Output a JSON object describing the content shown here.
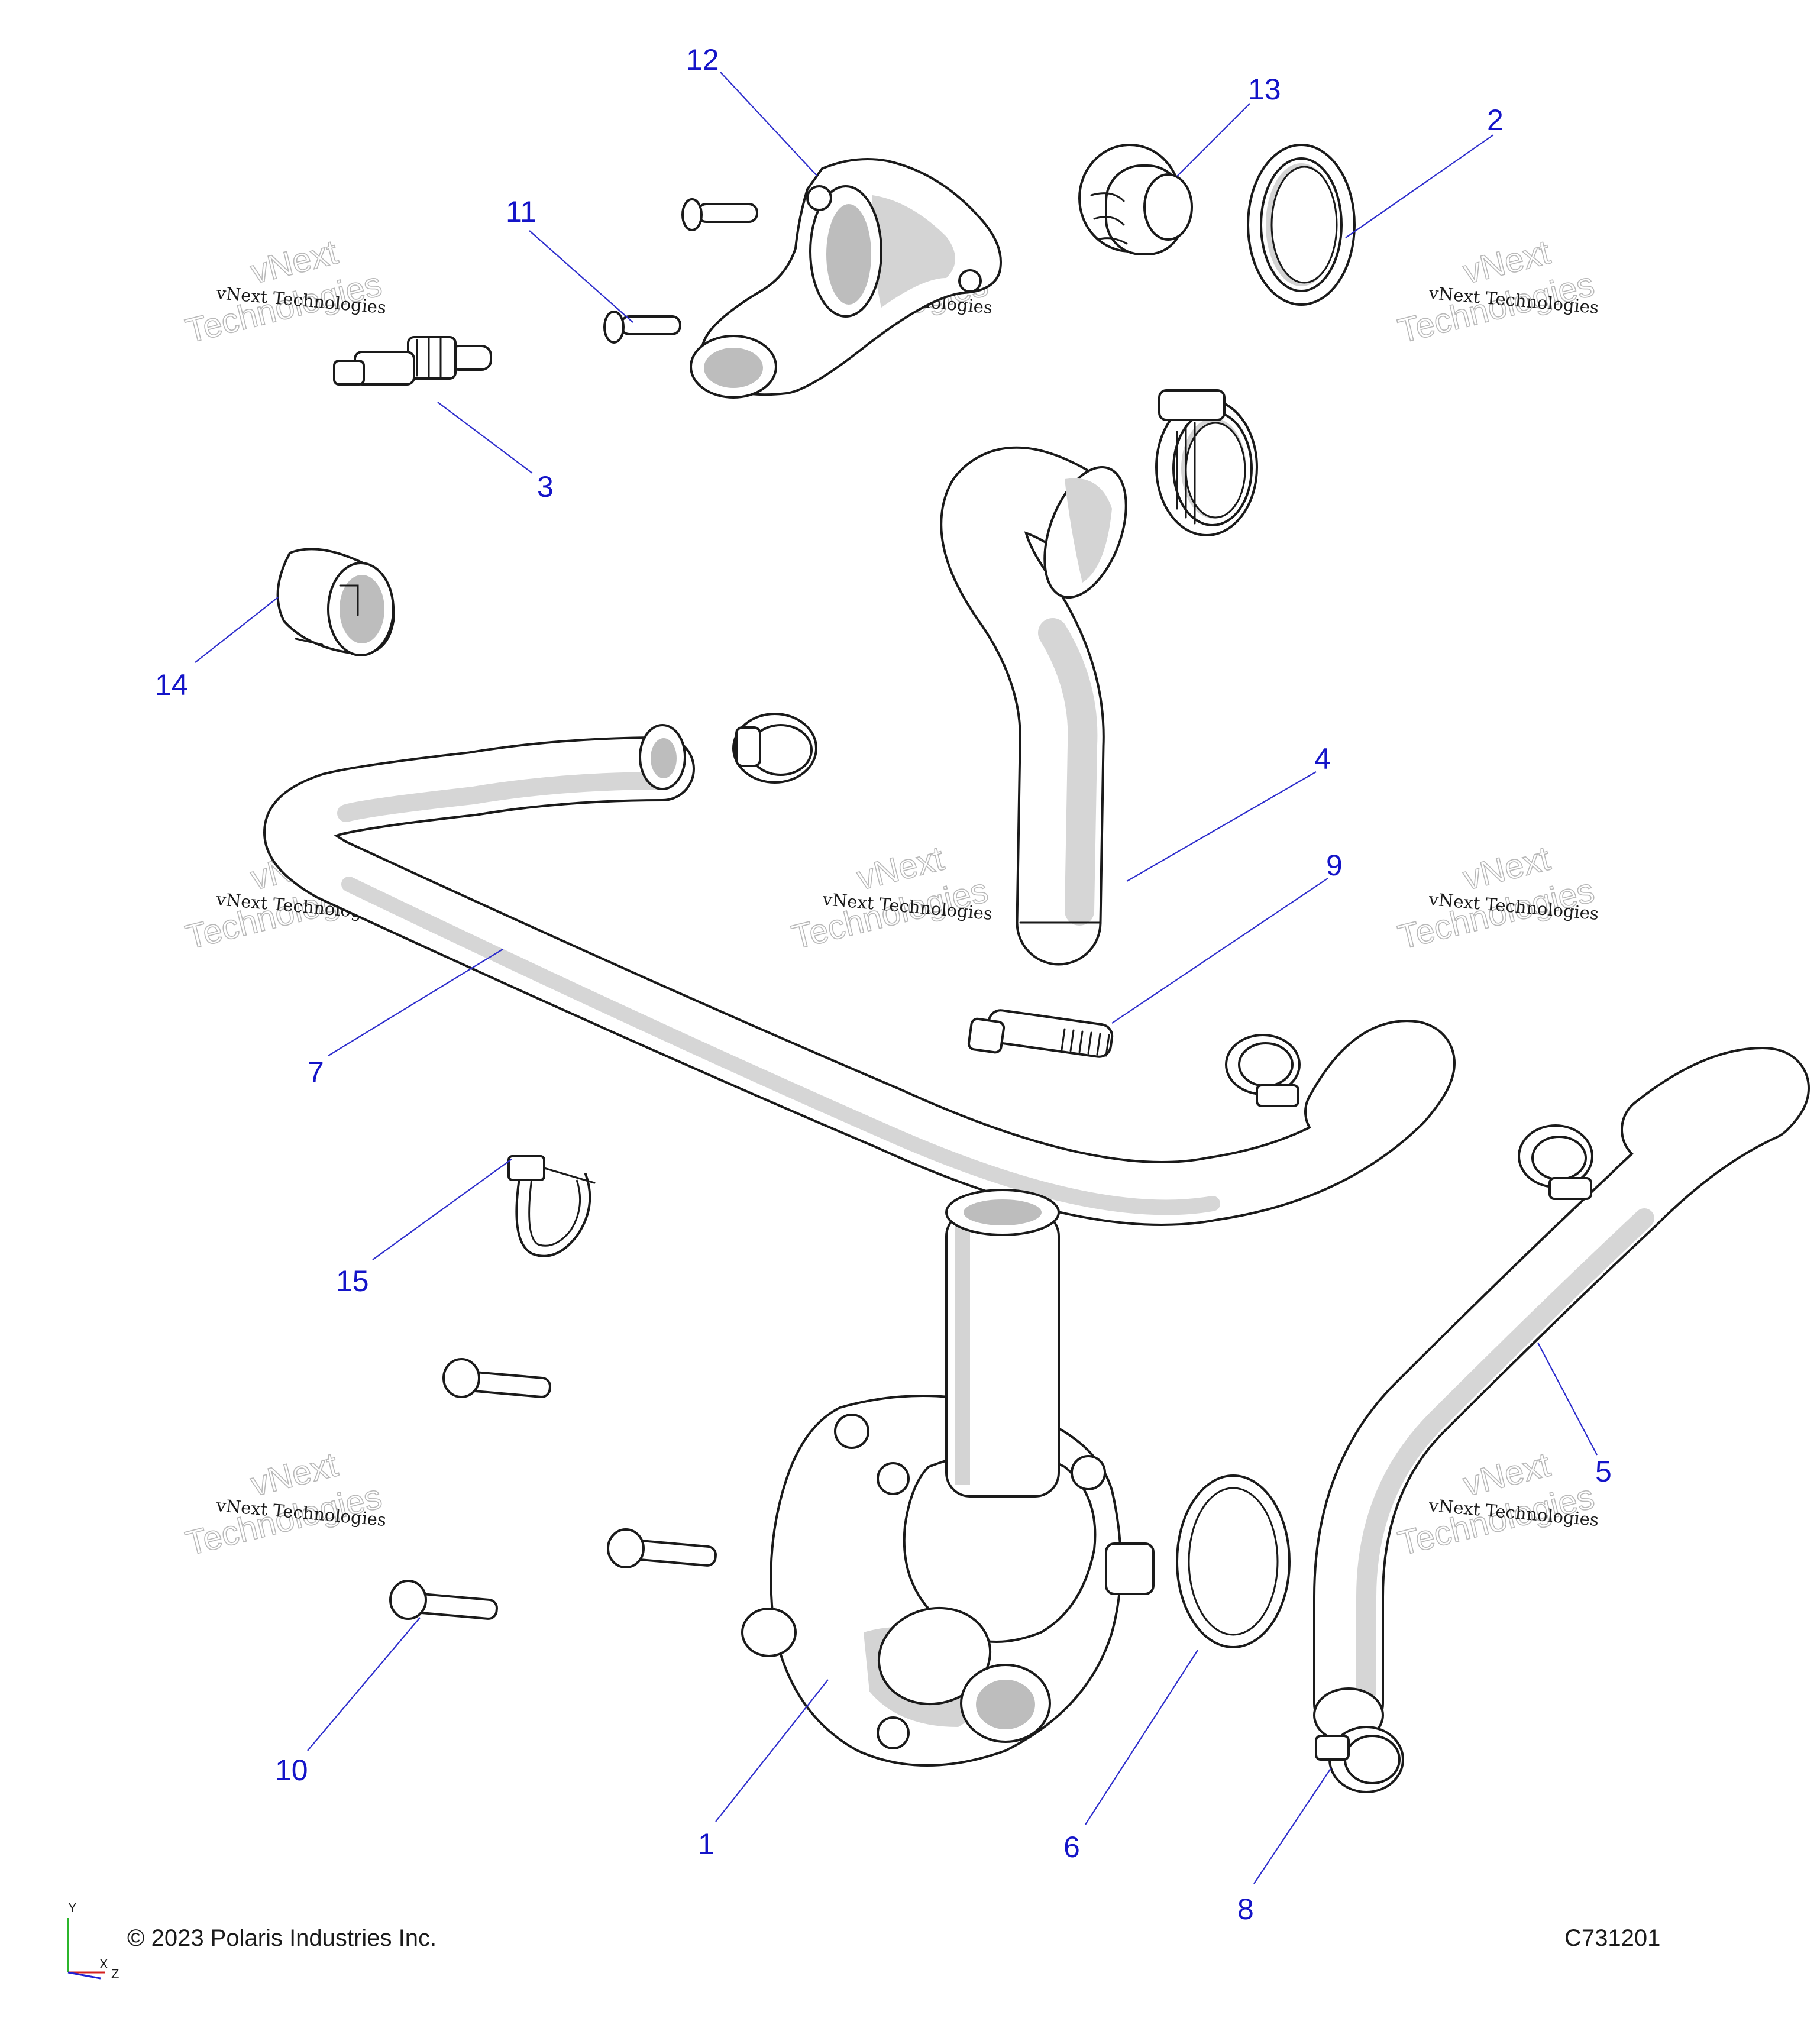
{
  "callouts": [
    {
      "n": "1"
    },
    {
      "n": "2"
    },
    {
      "n": "3"
    },
    {
      "n": "4"
    },
    {
      "n": "5"
    },
    {
      "n": "6"
    },
    {
      "n": "7"
    },
    {
      "n": "8"
    },
    {
      "n": "9"
    },
    {
      "n": "10"
    },
    {
      "n": "11"
    },
    {
      "n": "12"
    },
    {
      "n": "13"
    },
    {
      "n": "14"
    },
    {
      "n": "15"
    }
  ],
  "watermark": {
    "small": "vNext Technologies",
    "big_top": "vNext",
    "big_bottom": "Technologies"
  },
  "footer": {
    "copyright": "© 2023 Polaris Industries Inc.",
    "drawing_id": "C731201"
  },
  "axis": {
    "y": "Y",
    "x": "X",
    "z": "Z"
  },
  "colors": {
    "callout": "#1414c8",
    "leader": "#2d2dcc",
    "part_fill": "#ffffff",
    "part_shade": "#d4d4d4",
    "outline": "#1a1a1a"
  }
}
